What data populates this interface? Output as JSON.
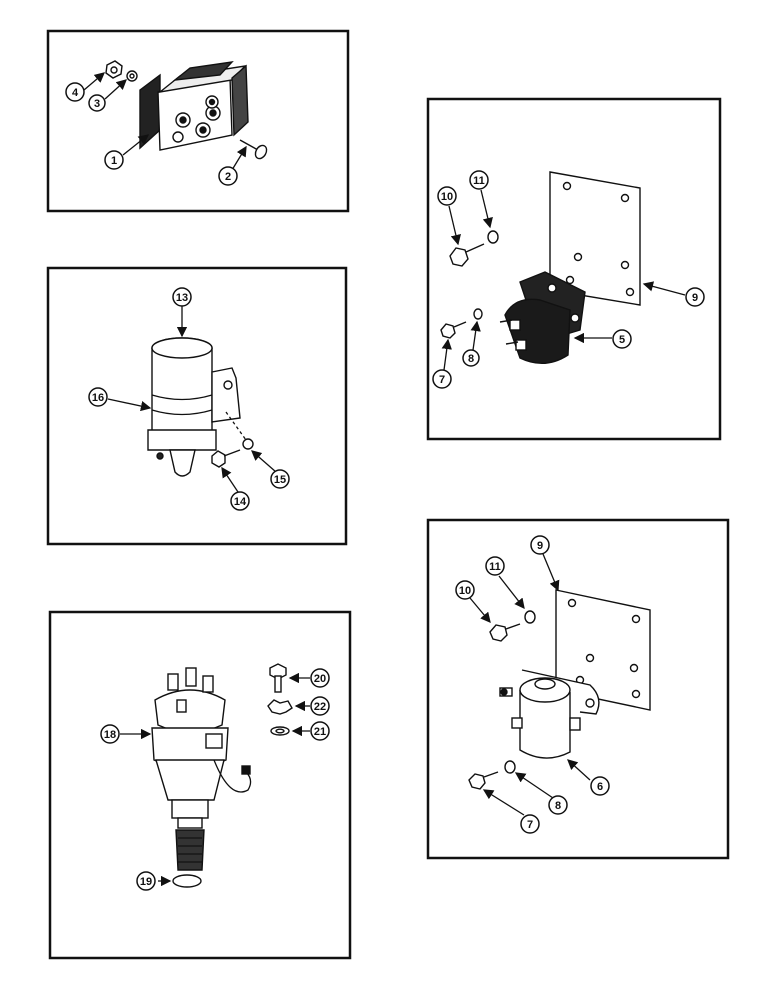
{
  "panels": [
    {
      "id": "relay-panel",
      "callouts": [
        "1",
        "2",
        "3",
        "4"
      ]
    },
    {
      "id": "coil-panel",
      "callouts": [
        "13",
        "14",
        "15",
        "16"
      ]
    },
    {
      "id": "distributor-panel",
      "callouts": [
        "18",
        "19",
        "20",
        "21",
        "22"
      ]
    },
    {
      "id": "solenoid-panel-a",
      "callouts": [
        "5",
        "7",
        "8",
        "9",
        "10",
        "11"
      ]
    },
    {
      "id": "solenoid-panel-b",
      "callouts": [
        "6",
        "7",
        "8",
        "9",
        "10",
        "11"
      ]
    }
  ]
}
